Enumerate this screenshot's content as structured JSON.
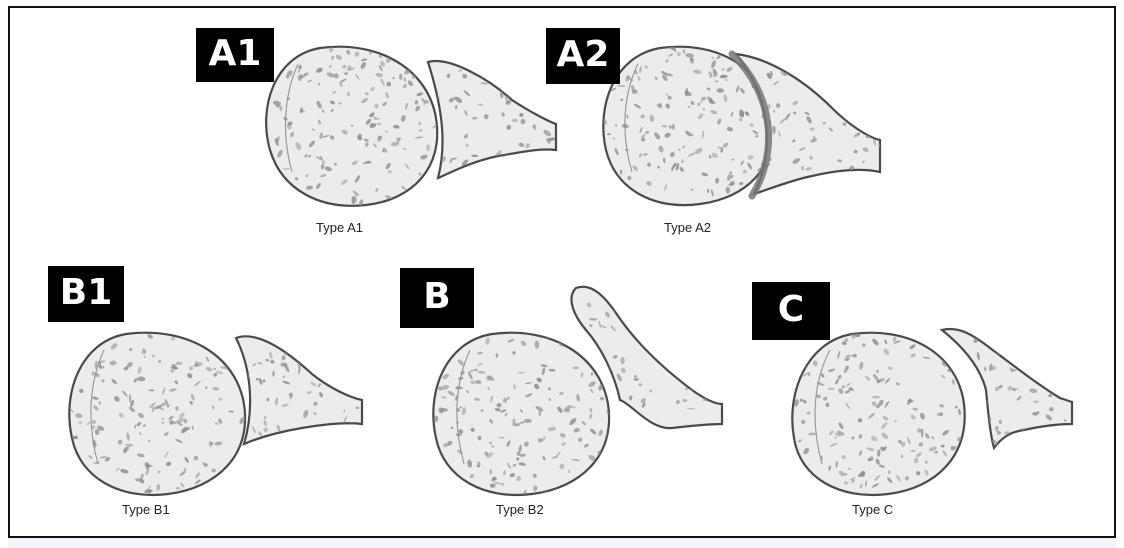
{
  "panels": [
    {
      "id": "a1",
      "badge": "A1",
      "caption": "Type A1"
    },
    {
      "id": "a2",
      "badge": "A2",
      "caption": "Type A2"
    },
    {
      "id": "b1",
      "badge": "B1",
      "caption": "Type B1"
    },
    {
      "id": "b2",
      "badge": "B",
      "caption": "Type B2"
    },
    {
      "id": "c",
      "badge": "C",
      "caption": "Type C"
    }
  ],
  "colors": {
    "outline": "#4a4a4a",
    "bone_fill": "#ececec",
    "pore": "#8c8c8c",
    "badge_bg": "#000000",
    "badge_text": "#ffffff",
    "cartilage": "#777777"
  }
}
